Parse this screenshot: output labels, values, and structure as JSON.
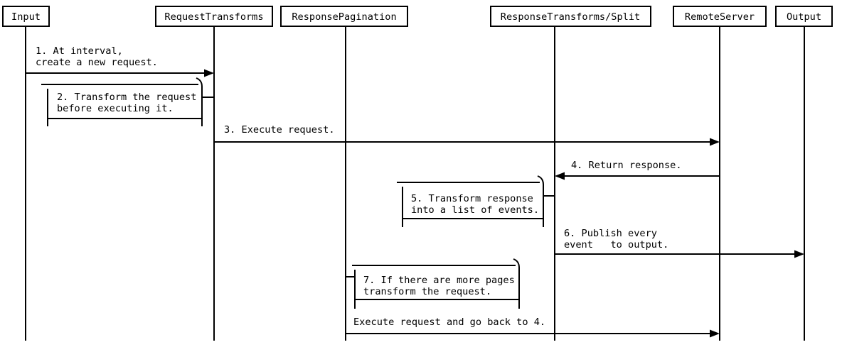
{
  "diagram": {
    "type": "sequence-diagram",
    "background_color": "#ffffff",
    "line_color": "#000000",
    "text_color": "#000000"
  },
  "actors": [
    {
      "label": "Input"
    },
    {
      "label": "RequestTransforms"
    },
    {
      "label": "ResponsePagination"
    },
    {
      "label": "ResponseTransforms/Split"
    },
    {
      "label": "RemoteServer"
    },
    {
      "label": "Output"
    }
  ],
  "messages": [
    {
      "kind": "arrow",
      "from": "Input",
      "to": "RequestTransforms",
      "lines": [
        "1. At interval,",
        "create a new request."
      ]
    },
    {
      "kind": "note",
      "actor": "RequestTransforms",
      "lines": [
        "2. Transform the request",
        "before executing it."
      ]
    },
    {
      "kind": "arrow",
      "from": "RequestTransforms",
      "to": "RemoteServer",
      "lines": [
        "3. Execute request."
      ]
    },
    {
      "kind": "arrow",
      "from": "RemoteServer",
      "to": "ResponseTransforms/Split",
      "lines": [
        "4. Return response."
      ]
    },
    {
      "kind": "note",
      "actor": "ResponseTransforms/Split",
      "lines": [
        "5. Transform response",
        "into a list of events."
      ]
    },
    {
      "kind": "arrow",
      "from": "ResponseTransforms/Split",
      "to": "Output",
      "lines": [
        "6. Publish every",
        "event   to output."
      ]
    },
    {
      "kind": "note",
      "actor": "ResponsePagination",
      "lines": [
        "7. If there are more pages",
        "transform the request."
      ]
    },
    {
      "kind": "arrow",
      "from": "ResponsePagination",
      "to": "RemoteServer",
      "lines": [
        "Execute request and go back to 4."
      ]
    }
  ]
}
